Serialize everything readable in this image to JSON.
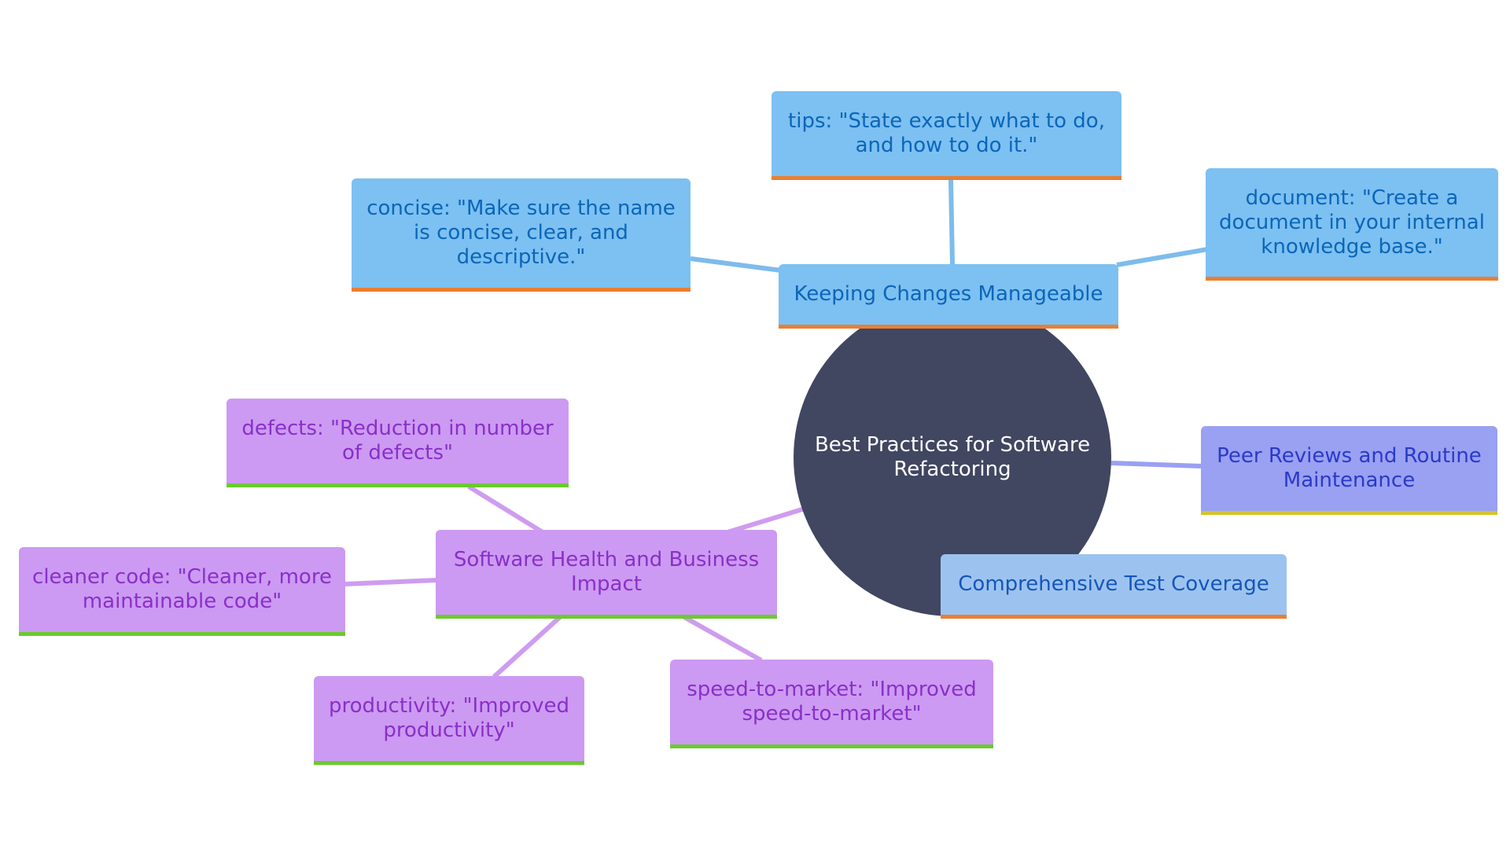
{
  "root": {
    "label": "Best Practices for Software Refactoring"
  },
  "branches": {
    "keeping_changes": {
      "label": "Keeping Changes Manageable",
      "children": {
        "concise": "concise: \"Make sure the name is concise, clear, and descriptive.\"",
        "tips": "tips: \"State exactly what to do, and how to do it.\"",
        "document": "document: \"Create a document in your internal knowledge base.\""
      }
    },
    "peer_reviews": {
      "label": "Peer Reviews and Routine Maintenance"
    },
    "test_coverage": {
      "label": "Comprehensive Test Coverage"
    },
    "software_health": {
      "label": "Software Health and Business Impact",
      "children": {
        "defects": "defects: \"Reduction in number of defects\"",
        "cleaner_code": "cleaner code: \"Cleaner, more maintainable code\"",
        "productivity": "productivity: \"Improved productivity\"",
        "speed_to_market": "speed-to-market: \"Improved speed-to-market\""
      }
    }
  },
  "colors": {
    "root_fill": "#414661",
    "blue_fill": "#7dc0f2",
    "blue_edge": "#7dbcec",
    "orange_underline": "#e97f33",
    "periwinkle_fill": "#9aa0f2",
    "yellow_underline": "#d6c32a",
    "purple_fill": "#cc9af2",
    "purple_edge": "#cf9cf0",
    "green_underline": "#6acb2e"
  }
}
